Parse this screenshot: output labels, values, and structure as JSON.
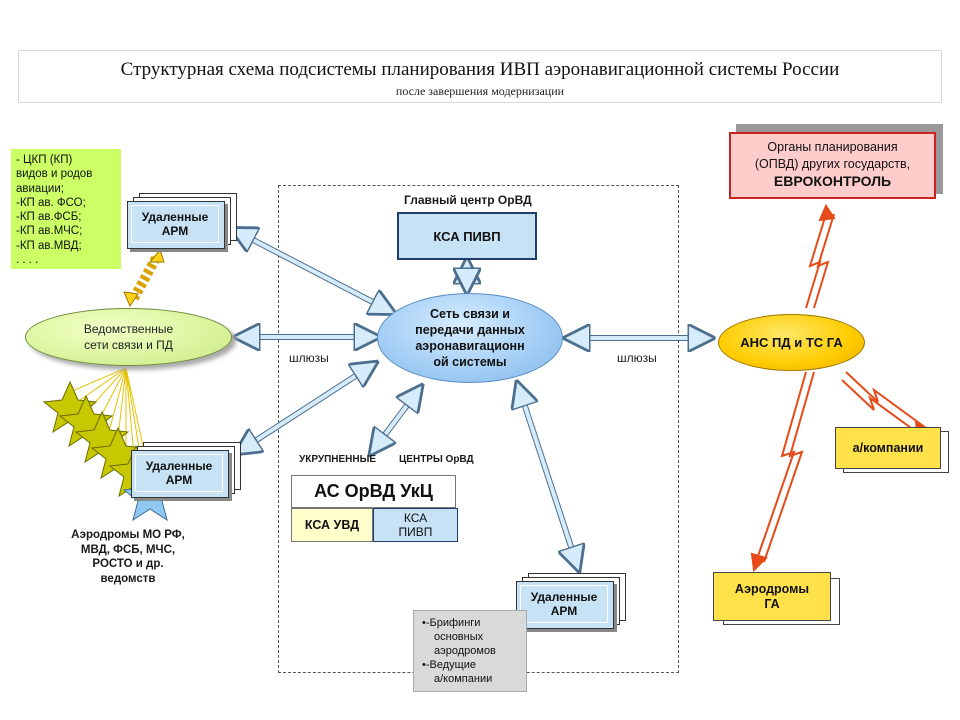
{
  "title": {
    "main": "Структурная схема подсистемы планирования ИВП аэронавигационной системы России",
    "sub": "после завершения модернизации"
  },
  "green_note": {
    "lines": [
      "- ЦКП (КП)",
      "видов и родов",
      "авиации;",
      "-КП ав. ФСО;",
      "-КП ав.ФСБ;",
      "-КП ав.МЧС;",
      "-КП ав.МВД;",
      ". . . ."
    ]
  },
  "remote_arm": {
    "line1": "Удаленные",
    "line2": "АРМ"
  },
  "departmental_networks": {
    "line1": "Ведомственные",
    "line2": "сети связи и ПД"
  },
  "gateways_label": "шлюзы",
  "main_center": {
    "label": "Главный центр ОрВД",
    "box": "КСА ПИВП"
  },
  "network": {
    "lines": [
      "Сеть связи и",
      "передачи данных",
      "аэронавигационн",
      "ой системы"
    ]
  },
  "ans": "АНС ПД и ТС ГА",
  "foreign_orgs": {
    "line1": "Органы планирования",
    "line2": "(ОПВД) других государств,",
    "line3": "ЕВРОКОНТРОЛЬ"
  },
  "airlines": "а/компании",
  "airports_ga": {
    "line1": "Аэродромы",
    "line2": "ГА"
  },
  "enlarged_centers": {
    "left": "УКРУПНЕННЫЕ",
    "right": "ЦЕНТРЫ ОрВД",
    "box": "АС ОрВД УкЦ",
    "kca_uvd": "КСА УВД",
    "kca_pivp_line1": "КСА",
    "kca_pivp_line2": "ПИВП"
  },
  "airports_mo": {
    "lines": [
      "Аэродромы  МО РФ,",
      "МВД, ФСБ, МЧС,",
      "РОСТО и др.",
      "ведомств"
    ]
  },
  "briefing": {
    "line1": "•-Брифинги",
    "line2": "основных",
    "line3": "аэродромов",
    "line4": "•-Ведущие",
    "line5": "а/компании"
  },
  "colors": {
    "arm_fill": "#c7e2f5",
    "note_green": "#ccff66",
    "ellipse_blue": "#a5cff5",
    "ellipse_yellow": "#ffcc00",
    "orgs_pink": "#ffcccc",
    "orgs_border": "#cc2222",
    "lightning_red": "#e64a19",
    "star_yellow": "#c8c800",
    "arrow_fill": "#d6ecfa"
  }
}
